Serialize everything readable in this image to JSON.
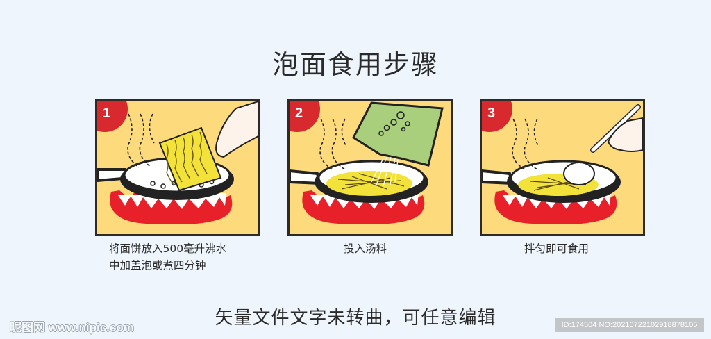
{
  "title": "泡面食用步骤",
  "steps": [
    {
      "number": "1",
      "caption_line1": "将面饼放入500毫升沸水",
      "caption_line2": "中加盖泡或煮四分钟"
    },
    {
      "number": "2",
      "caption_line1": "投入汤料"
    },
    {
      "number": "3",
      "caption_line1": "拌匀即可食用"
    }
  ],
  "footer": "矢量文件文字未转曲，可任意编辑",
  "watermark": "昵图网 www.nipic.com",
  "id_label": "ID:174504 NO:20210722102918878105",
  "colors": {
    "background": "#eef5fc",
    "panel": "#fdda7c",
    "badge": "#d82a2e",
    "flame": "#e8202a",
    "noodle": "#f2e23a",
    "seasoning": "#a9cf7c"
  }
}
